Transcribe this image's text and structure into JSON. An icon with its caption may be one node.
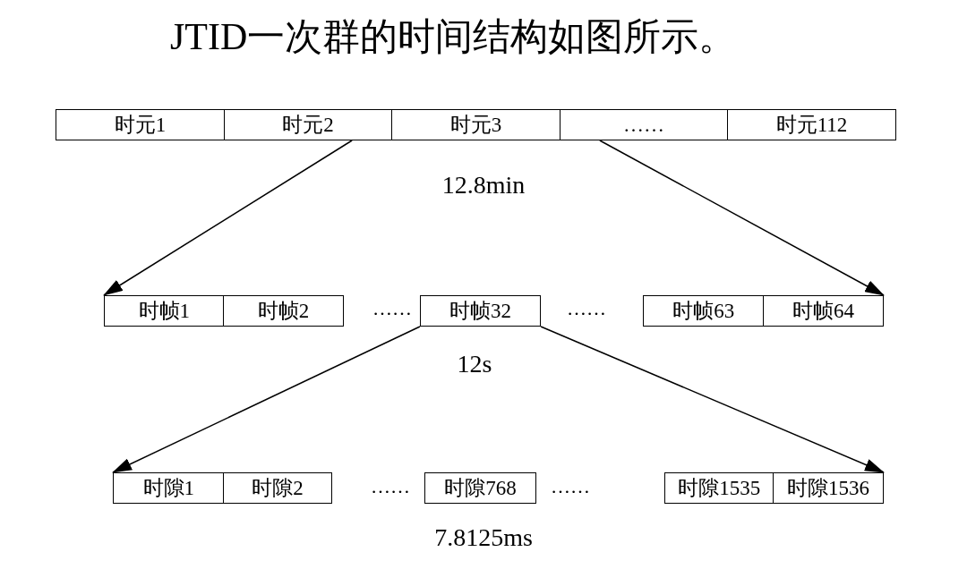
{
  "diagram": {
    "title": "JTID一次群的时间结构如图所示。",
    "nodes": [
      {
        "text": [
          "时元1"
        ]
      },
      {
        "text": [
          "时元2"
        ]
      },
      {
        "text": [
          "时元3"
        ]
      },
      {
        "text": [
          "……"
        ]
      },
      {
        "text": [
          "时元112"
        ]
      },
      {
        "text": [
          "时帧1"
        ]
      },
      {
        "text": [
          "时帧2"
        ]
      },
      {
        "text": [
          "时帧32"
        ]
      },
      {
        "text": [
          "时帧63"
        ]
      },
      {
        "text": [
          "时帧64"
        ]
      },
      {
        "text": [
          "时隙1"
        ]
      },
      {
        "text": [
          "时隙2"
        ]
      },
      {
        "text": [
          "时隙768"
        ]
      },
      {
        "text": [
          "时隙1535"
        ]
      },
      {
        "text": [
          "时隙1536"
        ]
      }
    ],
    "edges": [
      {
        "from": 1,
        "to": 5,
        "arrow": "to"
      },
      {
        "from": 3,
        "to": 9,
        "arrow": "to"
      },
      {
        "from": 7,
        "to": 10,
        "arrow": "to"
      },
      {
        "from": 7,
        "to": 14,
        "arrow": "to"
      }
    ],
    "labels": [
      "12.8min",
      "……",
      "……",
      "12s",
      "……",
      "……",
      "7.8125ms"
    ]
  }
}
